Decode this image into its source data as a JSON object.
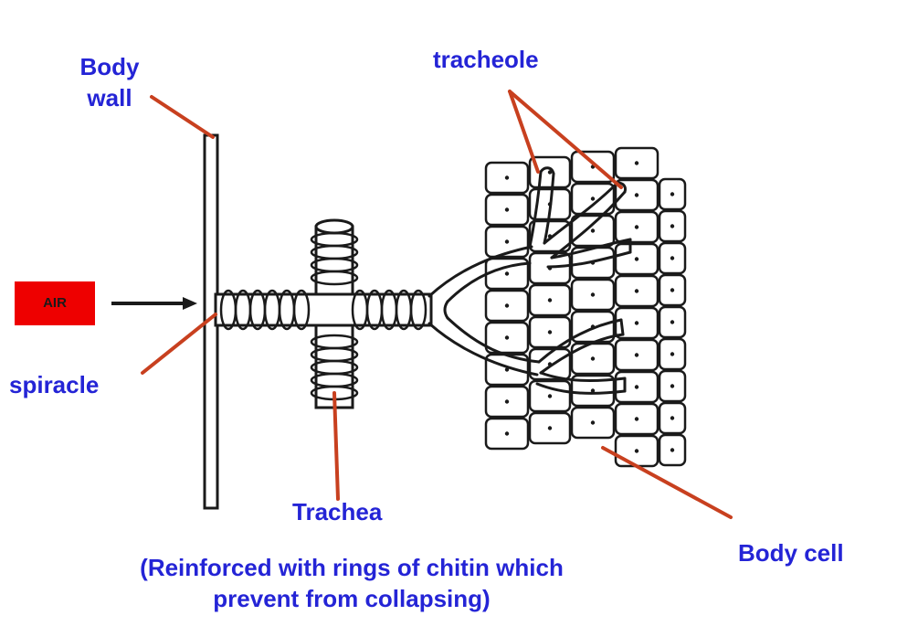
{
  "labels": {
    "body_wall_line1": "Body",
    "body_wall_line2": "wall",
    "tracheole": "tracheole",
    "air": "AIR",
    "spiracle": "spiracle",
    "trachea": "Trachea",
    "body_cell": "Body cell",
    "note_line1": "(Reinforced with rings of chitin which",
    "note_line2": "prevent from collapsing)"
  },
  "colors": {
    "label_text": "#2424d6",
    "pointer_line": "#c8401f",
    "air_box": "#ee0000",
    "outline": "#1a1a1a"
  }
}
